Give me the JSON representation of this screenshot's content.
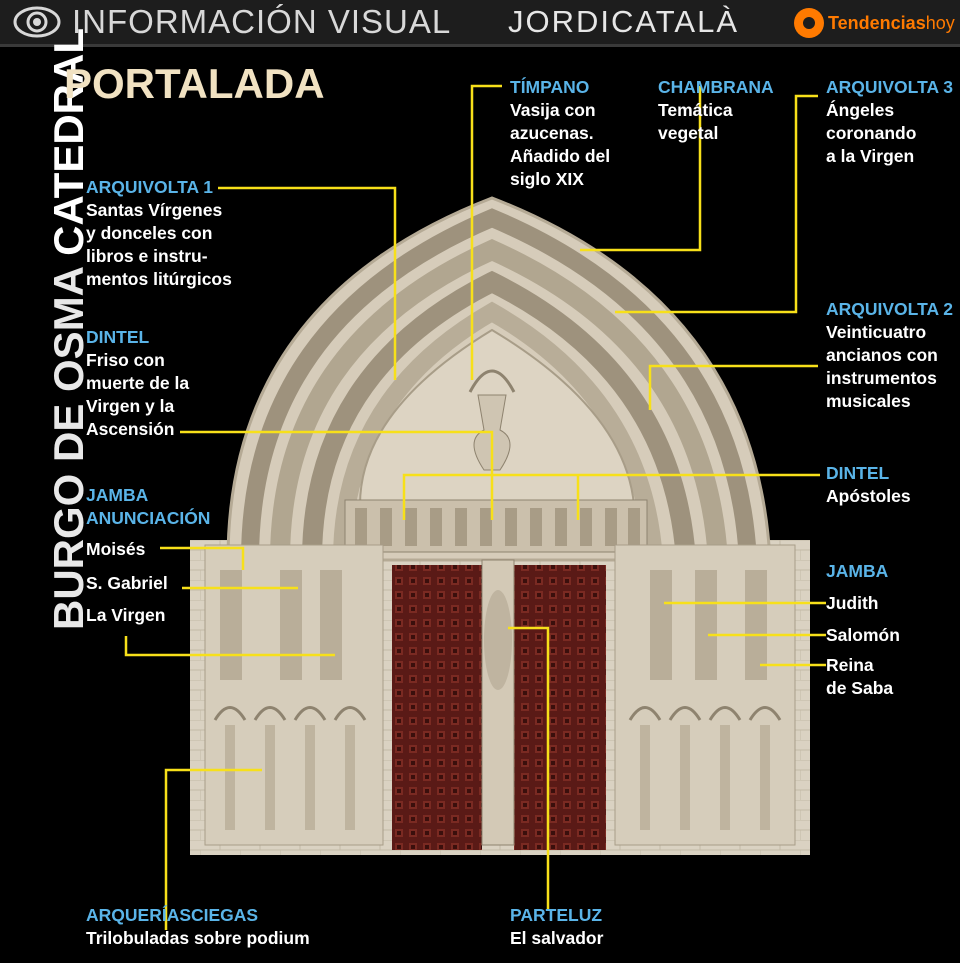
{
  "header": {
    "brand_left": "INFORMACIÓN VISUAL",
    "brand_center": "JORDICATALÀ",
    "brand_right_bold": "Tendencias",
    "brand_right_light": "hoy",
    "accent": "#ff7a00"
  },
  "title": {
    "vertical_part1": "BURGO DE OSMA ",
    "vertical_part2": "CATEDRAL",
    "main": "PORTALADA"
  },
  "colors": {
    "heading": "#5ab4e8",
    "leader": "#f7e01a",
    "stone": "#d9cfbd",
    "door": "#5a1a16"
  },
  "labels": {
    "timpano": {
      "heading": "TÍMPANO",
      "text": "Vasija con\nazucenas.\nAñadido del\nsiglo XIX"
    },
    "chambrana": {
      "heading": "CHAMBRANA",
      "text": "Temática\nvegetal"
    },
    "arquivolta3": {
      "heading": "ARQUIVOLTA 3",
      "text": "Ángeles\ncoronando\na la Virgen"
    },
    "arquivolta1": {
      "heading": "ARQUIVOLTA 1",
      "text": "Santas Vírgenes\ny donceles con\nlibros e instru-\nmentos litúrgicos"
    },
    "arquivolta2": {
      "heading": "ARQUIVOLTA 2",
      "text": "Veinticuatro\nancianos con\ninstrumentos\nmusicales"
    },
    "dintel_left": {
      "heading": "DINTEL",
      "text": "Friso con\nmuerte de la\nVirgen y la\nAscensión"
    },
    "dintel_right": {
      "heading": "DINTEL",
      "text": "Apóstoles"
    },
    "jamba_left": {
      "heading": "JAMBA\nANUNCIACIÓN",
      "items": [
        "Moisés",
        "S. Gabriel",
        "La Virgen"
      ]
    },
    "jamba_right": {
      "heading": "JAMBA",
      "items": [
        "Judith",
        "Salomón",
        "Reina\nde Saba"
      ]
    },
    "arquerias": {
      "heading": "ARQUERÍASCIEGAS",
      "text": "Trilobuladas sobre podium"
    },
    "parteluz": {
      "heading": "PARTELUZ",
      "text": "El salvador"
    }
  }
}
